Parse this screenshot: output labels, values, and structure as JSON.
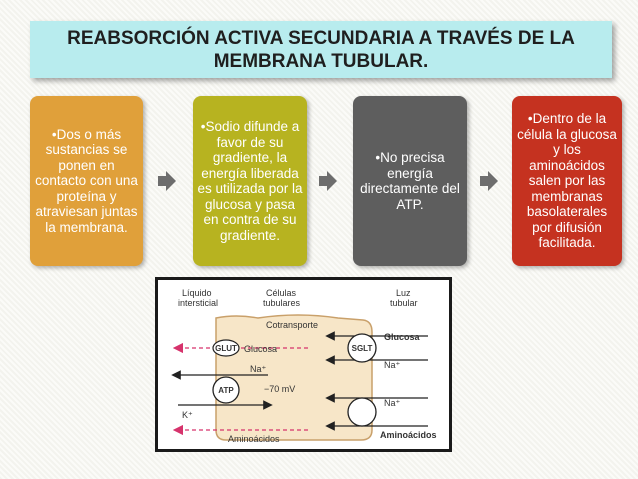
{
  "title": "REABSORCIÓN ACTIVA SECUNDARIA A TRAVÉS DE LA MEMBRANA TUBULAR.",
  "cards": [
    {
      "text": "•Dos o más sustancias se ponen en contacto con una proteína y atraviesan juntas la membrana."
    },
    {
      "text": "•Sodio difunde a favor de su gradiente, la energía liberada es utilizada por la glucosa y pasa en contra de su gradiente."
    },
    {
      "text": "•No precisa energía directamente del ATP."
    },
    {
      "text": "•Dentro de la célula la glucosa y los aminoácidos salen por las membranas basolaterales por difusión facilitada."
    }
  ],
  "figure": {
    "liquid_label_1": "Líquido",
    "liquid_label_2": "intersticial",
    "cells_label_1": "Células",
    "cells_label_2": "tubulares",
    "lumen_label_1": "Luz",
    "lumen_label_2": "tubular",
    "cotransport": "Cotransporte",
    "glut": "GLUT",
    "glucosa_left": "Glucosa",
    "sglt": "SGLT",
    "glucosa_right": "Glucosa",
    "atp": "ATP",
    "na_left": "Na⁺",
    "na_right_1": "Na⁺",
    "voltage": "−70 mV",
    "k": "K⁺",
    "na_right_2": "Na⁺",
    "aminoacidos_left": "Aminoácidos",
    "aminoacidos_right": "Aminoácidos"
  },
  "colors": {
    "title_bg": "#b8ecee",
    "card1": "#e0a03a",
    "card2": "#b7b320",
    "card3": "#5e5e5e",
    "card4": "#c53220",
    "arrow": "#6d6d6d",
    "glucose_arrow": "#d6336c"
  }
}
